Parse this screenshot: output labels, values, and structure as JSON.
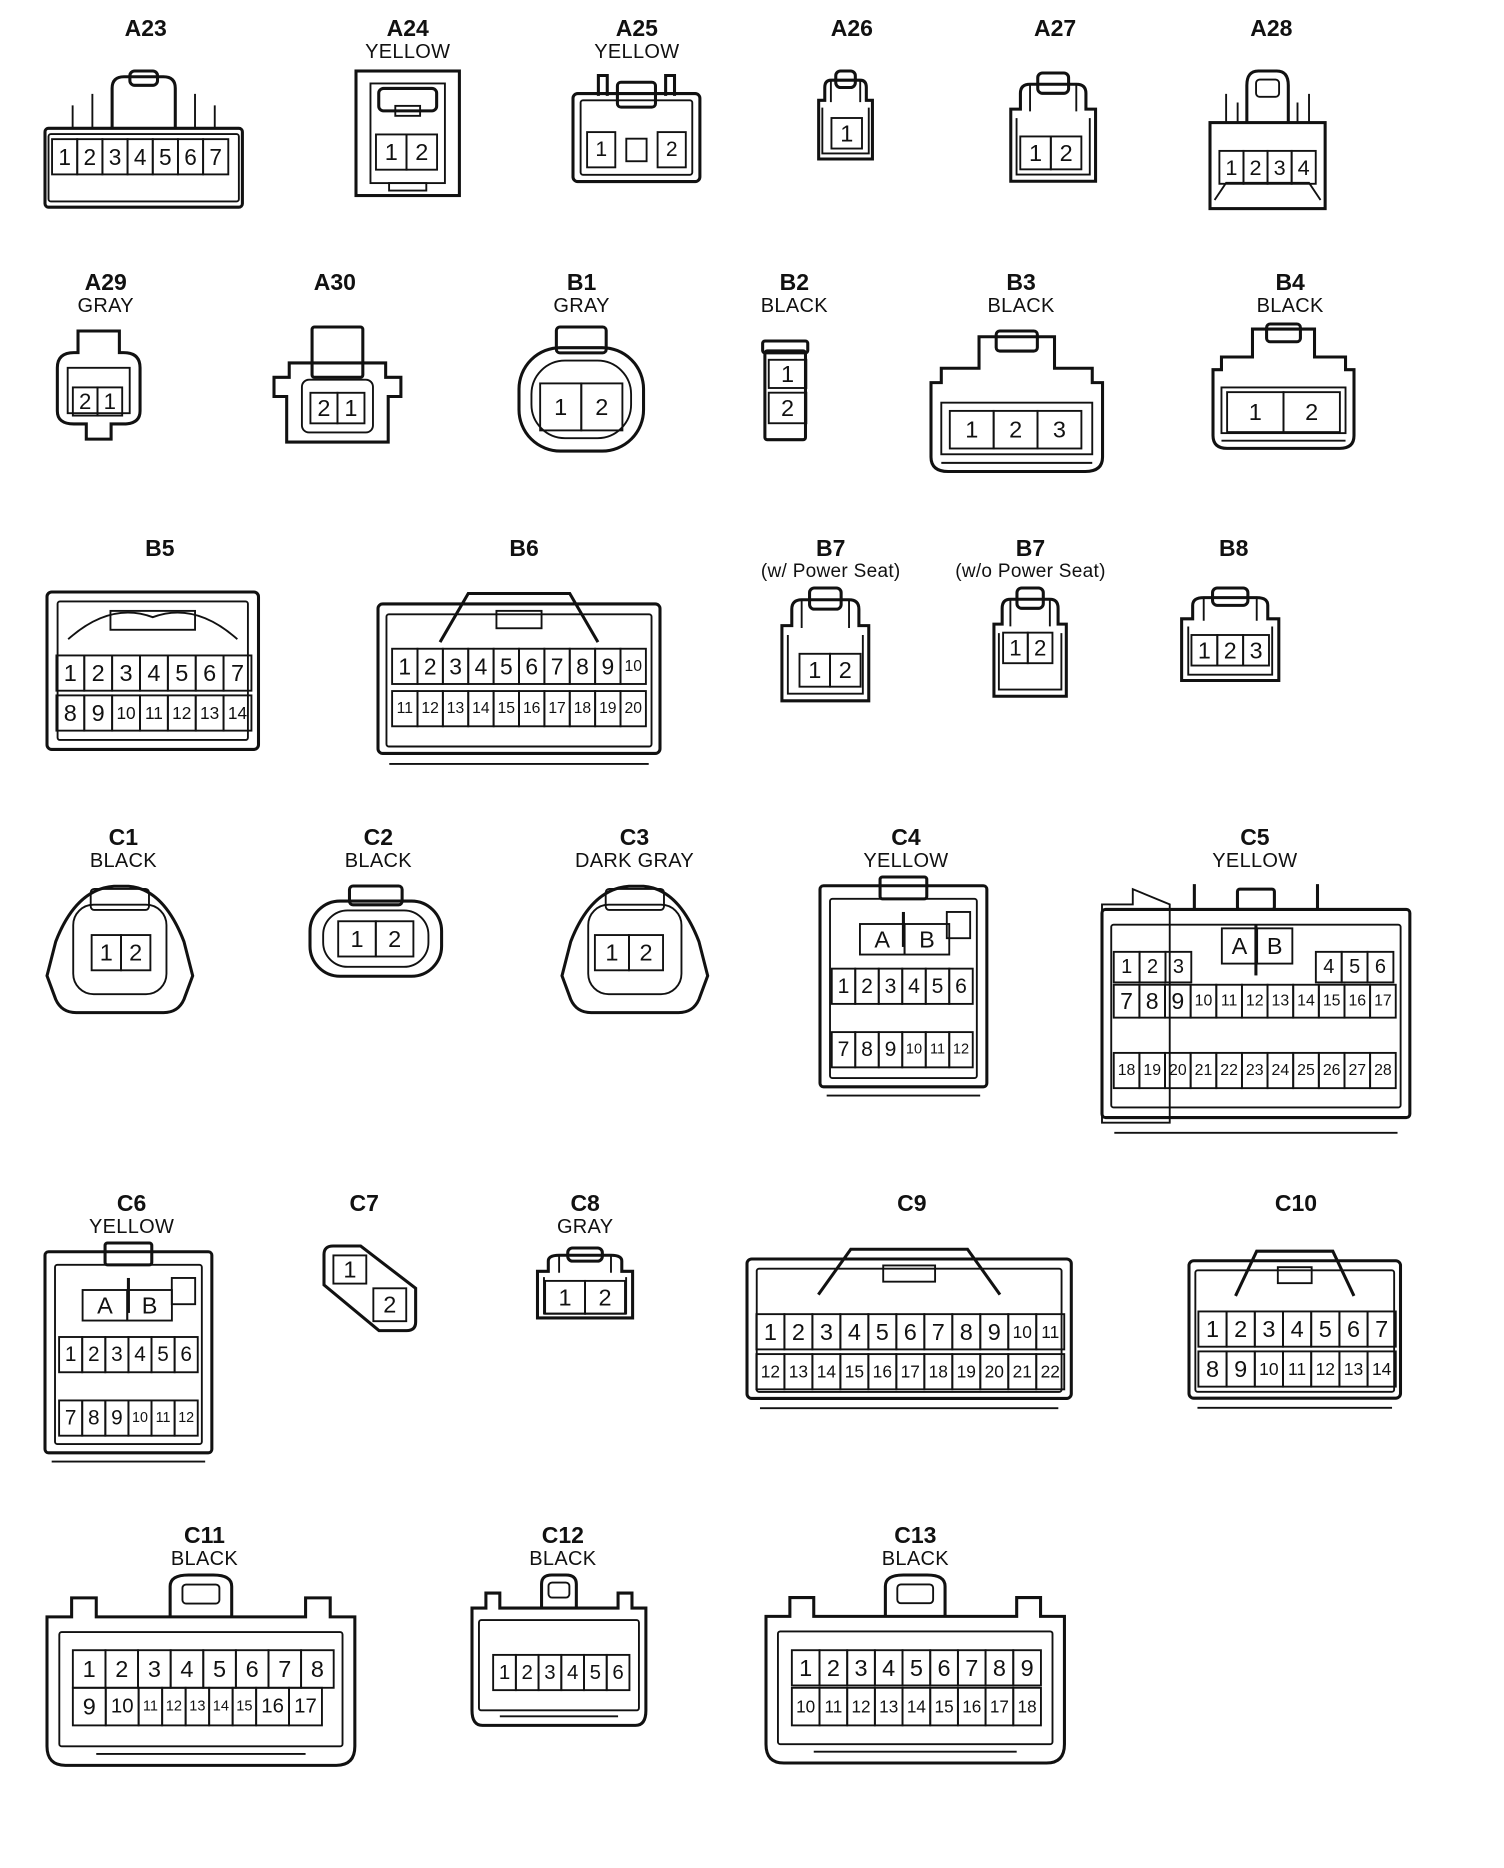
{
  "connectors": [
    {
      "id": "A23",
      "color": "",
      "rows": [
        [
          "1",
          "2",
          "3",
          "4",
          "5",
          "6",
          "7"
        ]
      ]
    },
    {
      "id": "A24",
      "color": "YELLOW",
      "rows": [
        [
          "1",
          "2"
        ]
      ]
    },
    {
      "id": "A25",
      "color": "YELLOW",
      "rows": [
        [
          "1",
          "2"
        ]
      ]
    },
    {
      "id": "A26",
      "color": "",
      "rows": [
        [
          "1"
        ]
      ]
    },
    {
      "id": "A27",
      "color": "",
      "rows": [
        [
          "1",
          "2"
        ]
      ]
    },
    {
      "id": "A28",
      "color": "",
      "rows": [
        [
          "1",
          "2",
          "3",
          "4"
        ]
      ]
    },
    {
      "id": "A29",
      "color": "GRAY",
      "rows": [
        [
          "2",
          "1"
        ]
      ]
    },
    {
      "id": "A30",
      "color": "",
      "rows": [
        [
          "2",
          "1"
        ]
      ]
    },
    {
      "id": "B1",
      "color": "GRAY",
      "rows": [
        [
          "1",
          "2"
        ]
      ]
    },
    {
      "id": "B2",
      "color": "BLACK",
      "rows": [
        [
          "1"
        ],
        [
          "2"
        ]
      ]
    },
    {
      "id": "B3",
      "color": "BLACK",
      "rows": [
        [
          "1",
          "2",
          "3"
        ]
      ]
    },
    {
      "id": "B4",
      "color": "BLACK",
      "rows": [
        [
          "1",
          "2"
        ]
      ]
    },
    {
      "id": "B5",
      "color": "",
      "rows": [
        [
          "1",
          "2",
          "3",
          "4",
          "5",
          "6",
          "7"
        ],
        [
          "8",
          "9",
          "10",
          "11",
          "12",
          "13",
          "14"
        ]
      ]
    },
    {
      "id": "B6",
      "color": "",
      "rows": [
        [
          "1",
          "2",
          "3",
          "4",
          "5",
          "6",
          "7",
          "8",
          "9",
          "10"
        ],
        [
          "11",
          "12",
          "13",
          "14",
          "15",
          "16",
          "17",
          "18",
          "19",
          "20"
        ]
      ]
    },
    {
      "id": "B7",
      "color": "(w/ Power Seat)",
      "rows": [
        [
          "1",
          "2"
        ]
      ]
    },
    {
      "id": "B7",
      "color": "(w/o Power Seat)",
      "rows": [
        [
          "1",
          "2"
        ]
      ]
    },
    {
      "id": "B8",
      "color": "",
      "rows": [
        [
          "1",
          "2",
          "3"
        ]
      ]
    },
    {
      "id": "C1",
      "color": "BLACK",
      "rows": [
        [
          "1",
          "2"
        ]
      ]
    },
    {
      "id": "C2",
      "color": "BLACK",
      "rows": [
        [
          "1",
          "2"
        ]
      ]
    },
    {
      "id": "C3",
      "color": "DARK GRAY",
      "rows": [
        [
          "1",
          "2"
        ]
      ]
    },
    {
      "id": "C4",
      "color": "YELLOW",
      "rows": [
        [
          "A",
          "B"
        ],
        [
          "1",
          "2",
          "3",
          "4",
          "5",
          "6"
        ],
        [
          "7",
          "8",
          "9",
          "10",
          "11",
          "12"
        ]
      ]
    },
    {
      "id": "C5",
      "color": "YELLOW",
      "rows": [
        [
          "A",
          "B"
        ],
        [
          "1",
          "2",
          "3",
          "4",
          "5",
          "6"
        ],
        [
          "7",
          "8",
          "9",
          "10",
          "11",
          "12",
          "13",
          "14",
          "15",
          "16",
          "17"
        ],
        [
          "18",
          "19",
          "20",
          "21",
          "22",
          "23",
          "24",
          "25",
          "26",
          "27",
          "28"
        ]
      ]
    },
    {
      "id": "C6",
      "color": "YELLOW",
      "rows": [
        [
          "A",
          "B"
        ],
        [
          "1",
          "2",
          "3",
          "4",
          "5",
          "6"
        ],
        [
          "7",
          "8",
          "9",
          "10",
          "11",
          "12"
        ]
      ]
    },
    {
      "id": "C7",
      "color": "",
      "rows": [
        [
          "1"
        ],
        [
          "2"
        ]
      ]
    },
    {
      "id": "C8",
      "color": "GRAY",
      "rows": [
        [
          "1",
          "2"
        ]
      ]
    },
    {
      "id": "C9",
      "color": "",
      "rows": [
        [
          "1",
          "2",
          "3",
          "4",
          "5",
          "6",
          "7",
          "8",
          "9",
          "10",
          "11"
        ],
        [
          "12",
          "13",
          "14",
          "15",
          "16",
          "17",
          "18",
          "19",
          "20",
          "21",
          "22"
        ]
      ]
    },
    {
      "id": "C10",
      "color": "",
      "rows": [
        [
          "1",
          "2",
          "3",
          "4",
          "5",
          "6",
          "7"
        ],
        [
          "8",
          "9",
          "10",
          "11",
          "12",
          "13",
          "14"
        ]
      ]
    },
    {
      "id": "C11",
      "color": "BLACK",
      "rows": [
        [
          "1",
          "2",
          "3",
          "4",
          "5",
          "6",
          "7",
          "8"
        ],
        [
          "9",
          "10",
          "11",
          "12",
          "13",
          "14",
          "15",
          "16",
          "17"
        ]
      ]
    },
    {
      "id": "C12",
      "color": "BLACK",
      "rows": [
        [
          "1",
          "2",
          "3",
          "4",
          "5",
          "6"
        ]
      ]
    },
    {
      "id": "C13",
      "color": "BLACK",
      "rows": [
        [
          "1",
          "2",
          "3",
          "4",
          "5",
          "6",
          "7",
          "8",
          "9"
        ],
        [
          "10",
          "11",
          "12",
          "13",
          "14",
          "15",
          "16",
          "17",
          "18"
        ]
      ]
    }
  ]
}
